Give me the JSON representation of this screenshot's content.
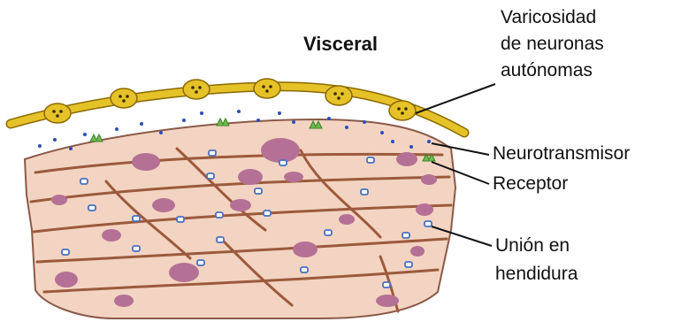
{
  "title": "Visceral",
  "labels": {
    "varicosity_line1": "Varicosidad",
    "varicosity_line2": "de neuronas",
    "varicosity_line3": "autónomas",
    "neurotransmitter": "Neurotransmisor",
    "receptor": "Receptor",
    "gap_junction_line1": "Unión en",
    "gap_junction_line2": "hendidura"
  },
  "colors": {
    "nerve_fiber": "#e6c229",
    "nerve_outline": "#8a6a00",
    "muscle_cell": "#f3d4c2",
    "cell_outline": "#8a5a48",
    "nucleus": "#b57195",
    "gap_junction": "#4a6fbf",
    "neurotransmitter_dot": "#2f4db8",
    "receptor": "#6bbd4c",
    "interstitial": "#9c5a3c"
  }
}
